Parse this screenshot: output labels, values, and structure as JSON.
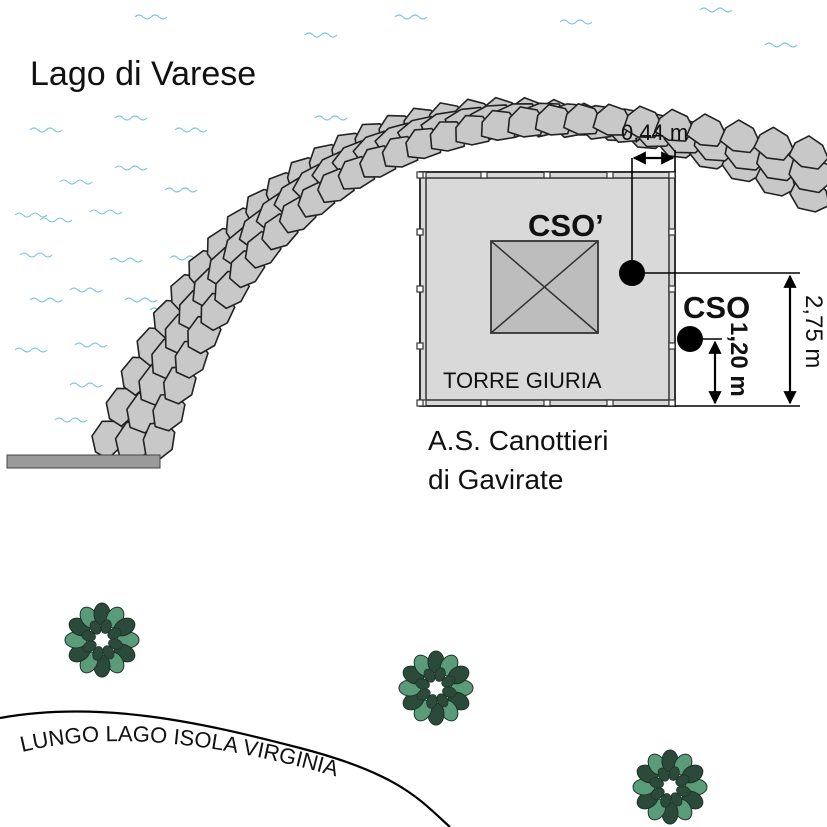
{
  "labels": {
    "lake": "Lago di Varese",
    "tower": "TORRE GIURIA",
    "club_line1": "A.S. Canottieri",
    "club_line2": "di Gavirate",
    "cso": "CSO",
    "cso_prime": "CSO’",
    "dim_top": "0,44 m",
    "dim_right": "2,75 m",
    "dim_mid": "1,20 m",
    "road": "LUNGO LAGO ISOLA VIRGINIA"
  },
  "colors": {
    "water_wave": "#7fc6e6",
    "stone_fill": "#c8c8c8",
    "tower_fill": "#d9d9d9",
    "tower_inner_fill": "#bdbdbd",
    "pier_fill": "#9a9a9a",
    "tree_dark": "#2c4a3a",
    "tree_light": "#5a9c7a"
  },
  "icons": [
    "water-wave-icon",
    "tree-icon",
    "station-point-icon",
    "dimension-arrow-icon"
  ]
}
